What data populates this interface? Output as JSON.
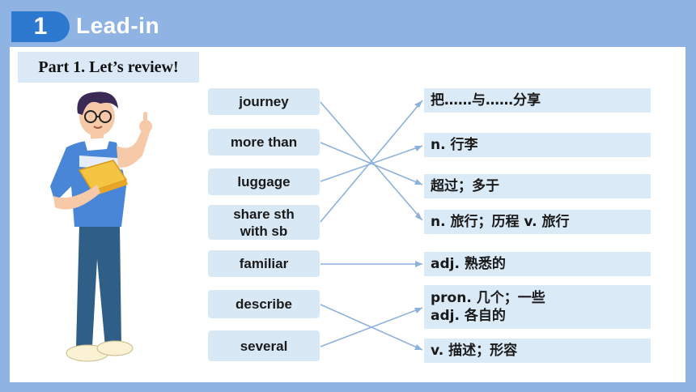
{
  "header": {
    "number": "1",
    "title": "Lead-in"
  },
  "part_label": "Part 1. Let’s review!",
  "terms": [
    {
      "label": "journey"
    },
    {
      "label": "more than"
    },
    {
      "label": "luggage"
    },
    {
      "label": "share sth",
      "label2": "with sb"
    },
    {
      "label": "familiar"
    },
    {
      "label": "describe"
    },
    {
      "label": "several"
    }
  ],
  "meanings": [
    {
      "line1": "把……与……分享"
    },
    {
      "line1": "n. 行李"
    },
    {
      "line1": "超过；多于"
    },
    {
      "line1": "n. 旅行；历程 v. 旅行"
    },
    {
      "line1": "adj. 熟悉的"
    },
    {
      "line1": "pron. 几个；一些",
      "line2": "adj. 各自的"
    },
    {
      "line1": "v. 描述；形容"
    }
  ],
  "colors": {
    "background": "#8fb4e3",
    "accent": "#2e79d0",
    "box": "#d9e8f5",
    "line": "#8db1dc"
  }
}
